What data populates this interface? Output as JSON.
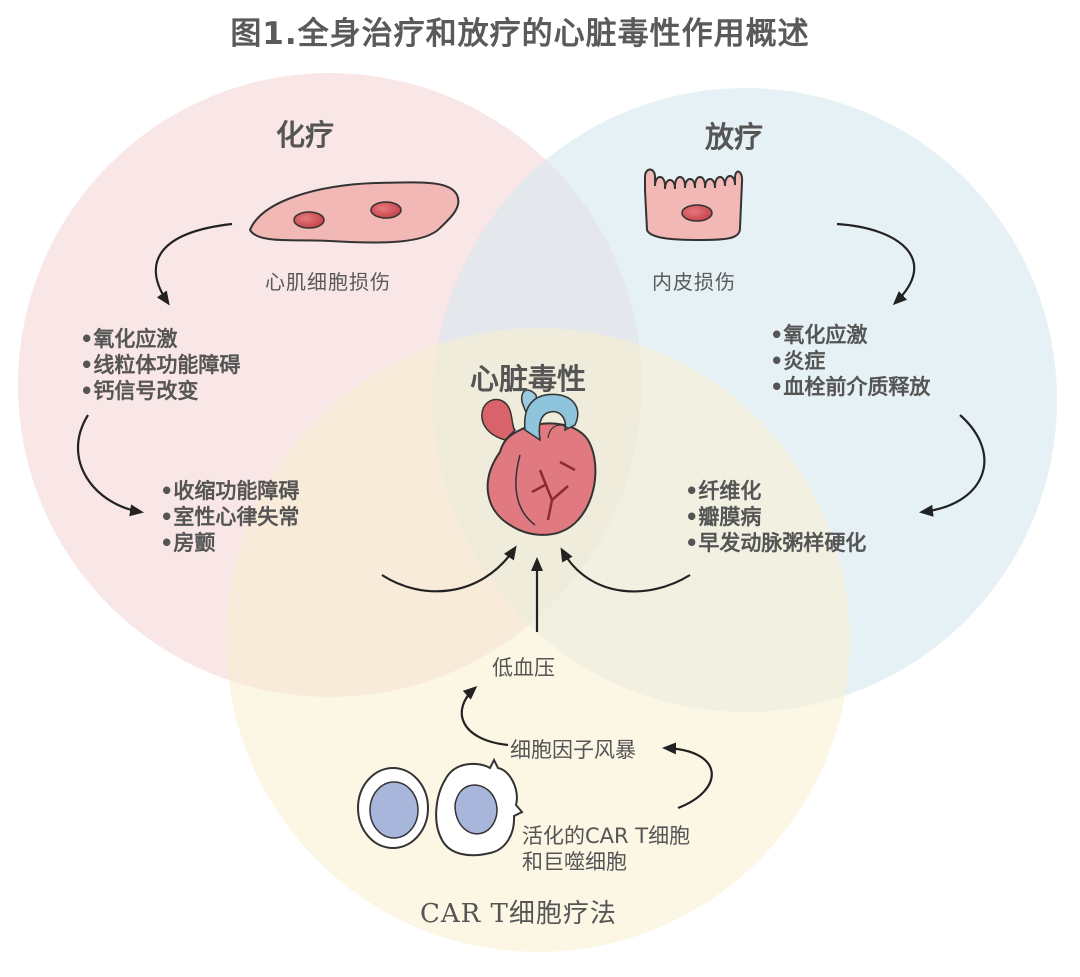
{
  "title": "图1.全身治疗和放疗的心脏毒性作用概述",
  "chemo": {
    "title": "化疗",
    "injury": "心肌细胞损伤",
    "mechanisms": [
      "•氧化应激",
      "•线粒体功能障碍",
      "•钙信号改变"
    ],
    "outcomes": [
      "•收缩功能障碍",
      "•室性心律失常",
      "•房颤"
    ]
  },
  "radio": {
    "title": "放疗",
    "injury": "内皮损伤",
    "mechanisms": [
      "•氧化应激",
      "•炎症",
      "•血栓前介质释放"
    ],
    "outcomes": [
      "•纤维化",
      "•瓣膜病",
      "•早发动脉粥样硬化"
    ]
  },
  "center": {
    "title": "心脏毒性"
  },
  "cart": {
    "title": "CAR T细胞疗法",
    "hypotension": "低血压",
    "cytokine": "细胞因子风暴",
    "cells_line1": "活化的CAR T细胞",
    "cells_line2": "和巨噬细胞"
  },
  "colors": {
    "chemo_circle": "#f6dcdc",
    "radio_circle": "#dcecf2",
    "cart_circle": "#fbf1d4",
    "cell_fill": "#f2b8b5",
    "heart_red": "#d9636a",
    "vessel_blue": "#8fc5dc"
  }
}
